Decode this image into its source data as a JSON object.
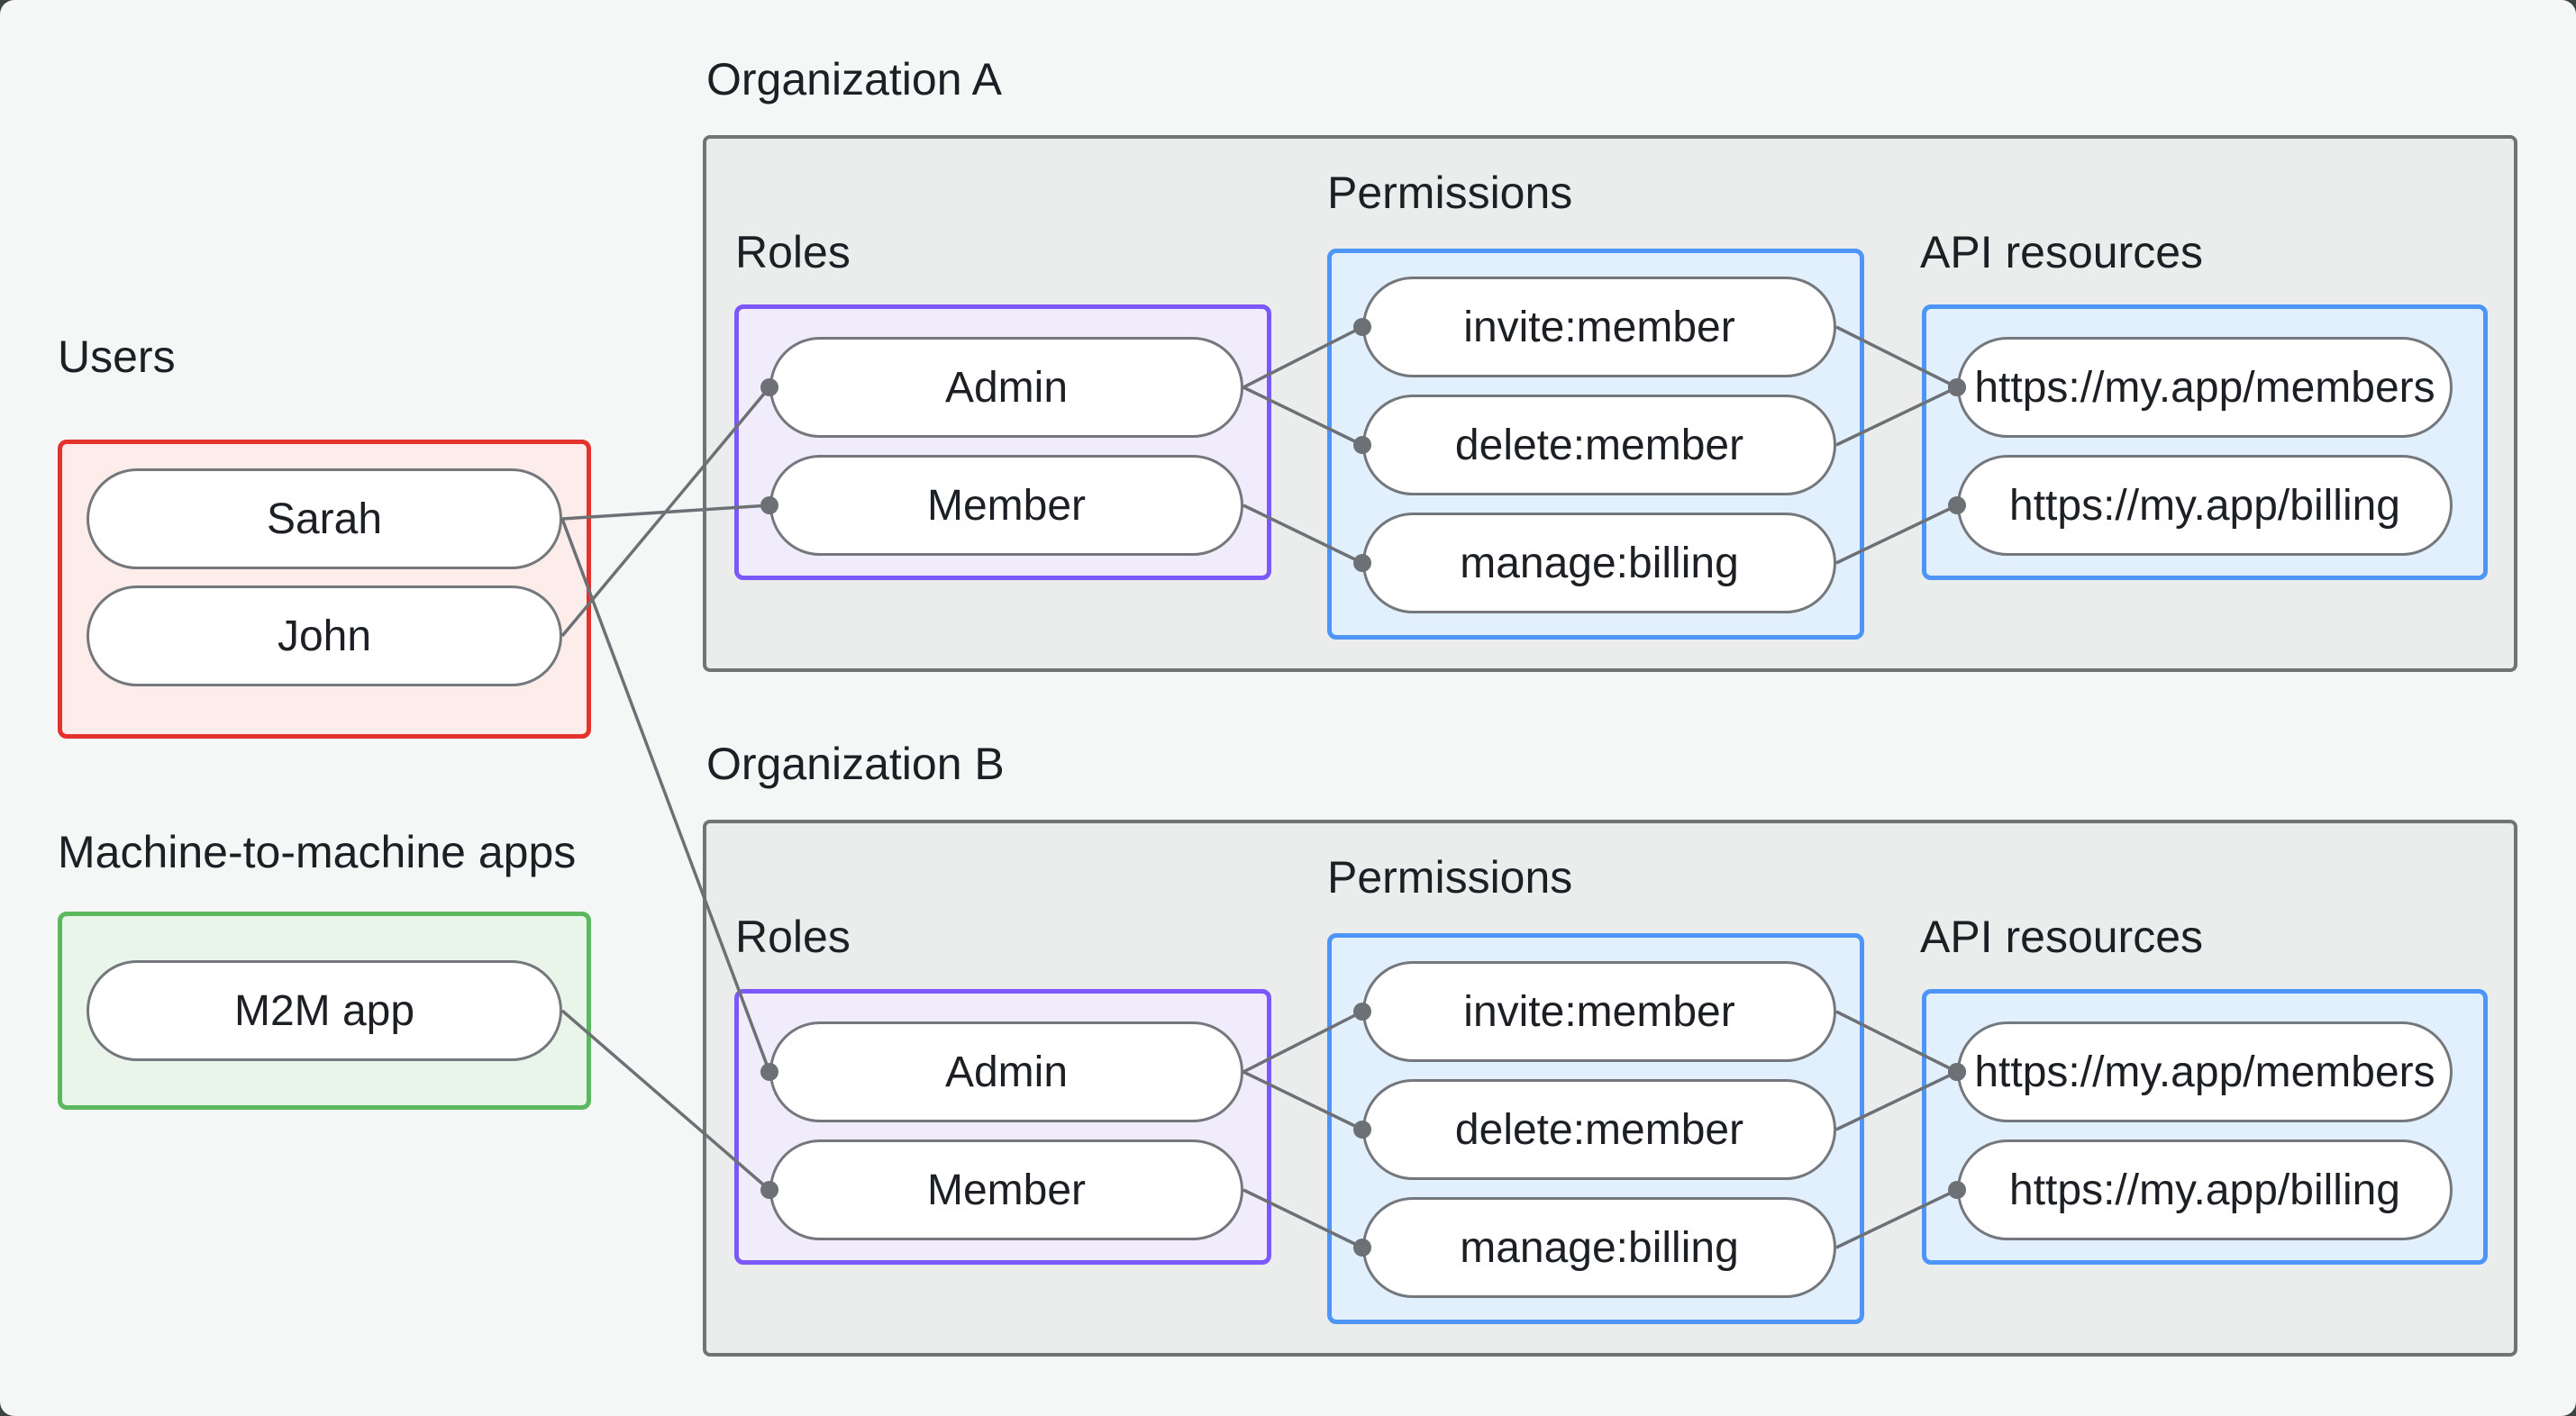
{
  "page": {
    "background": "#f5f7f6",
    "frame_color": "#3b463e"
  },
  "colors": {
    "users": {
      "border": "#e4332d",
      "fill": "#fcecea"
    },
    "m2m": {
      "border": "#5cb85e",
      "fill": "#e9f5e9"
    },
    "roles": {
      "border": "#7c58fb",
      "fill": "#f0ecfc"
    },
    "permissions": {
      "border": "#4d96f8",
      "fill": "#e2f0fd"
    },
    "api": {
      "border": "#4d96f8",
      "fill": "#e2f0fd"
    },
    "org": {
      "border": "#6f7573",
      "fill": "#ebedec"
    },
    "node_border": "#74787c",
    "edge": "#6d7175",
    "text": "#1c2024"
  },
  "groups": {
    "users": {
      "label": "Users"
    },
    "m2m": {
      "label": "Machine-to-machine apps"
    },
    "org_a": {
      "label": "Organization A",
      "roles_label": "Roles",
      "permissions_label": "Permissions",
      "api_label": "API resources"
    },
    "org_b": {
      "label": "Organization B",
      "roles_label": "Roles",
      "permissions_label": "Permissions",
      "api_label": "API resources"
    }
  },
  "nodes": {
    "sarah": "Sarah",
    "john": "John",
    "m2m_app": "M2M app",
    "a_admin": "Admin",
    "a_member": "Member",
    "a_invite": "invite:member",
    "a_delete": "delete:member",
    "a_manage": "manage:billing",
    "a_api_members": "https://my.app/members",
    "a_api_billing": "https://my.app/billing",
    "b_admin": "Admin",
    "b_member": "Member",
    "b_invite": "invite:member",
    "b_delete": "delete:member",
    "b_manage": "manage:billing",
    "b_api_members": "https://my.app/members",
    "b_api_billing": "https://my.app/billing"
  },
  "edges": [
    {
      "from": "sarah",
      "to": "a_member"
    },
    {
      "from": "john",
      "to": "a_admin"
    },
    {
      "from": "sarah",
      "to": "b_admin"
    },
    {
      "from": "m2m_app",
      "to": "b_member"
    },
    {
      "from": "a_admin",
      "to": "a_invite"
    },
    {
      "from": "a_admin",
      "to": "a_delete"
    },
    {
      "from": "a_member",
      "to": "a_manage"
    },
    {
      "from": "a_invite",
      "to": "a_api_members"
    },
    {
      "from": "a_delete",
      "to": "a_api_members"
    },
    {
      "from": "a_manage",
      "to": "a_api_billing"
    },
    {
      "from": "b_admin",
      "to": "b_invite"
    },
    {
      "from": "b_admin",
      "to": "b_delete"
    },
    {
      "from": "b_member",
      "to": "b_manage"
    },
    {
      "from": "b_invite",
      "to": "b_api_members"
    },
    {
      "from": "b_delete",
      "to": "b_api_members"
    },
    {
      "from": "b_manage",
      "to": "b_api_billing"
    }
  ]
}
